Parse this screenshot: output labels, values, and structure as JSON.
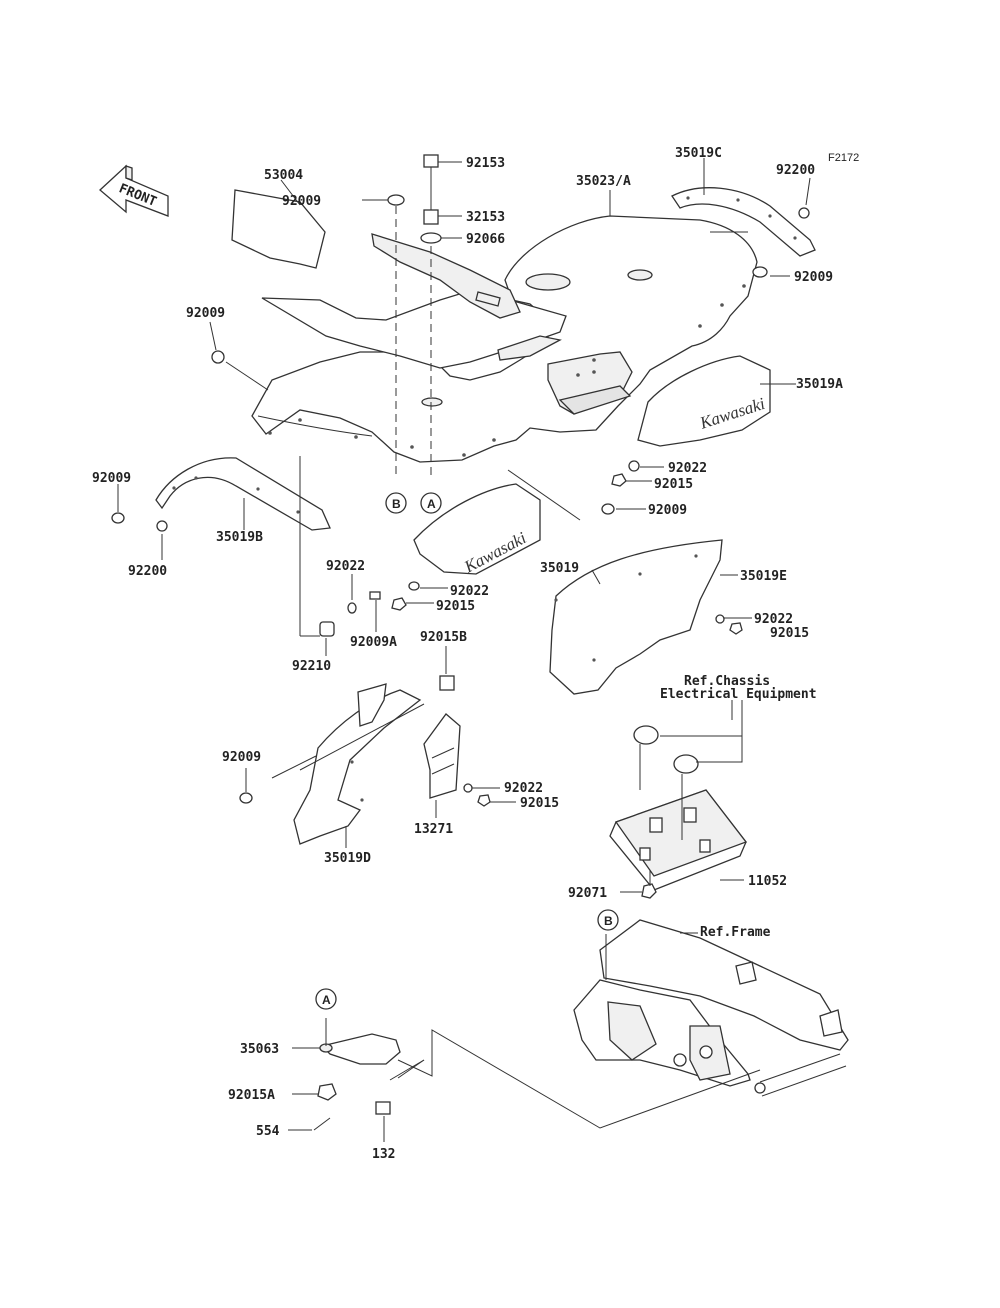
{
  "diagram_code": "F2172",
  "front_arrow": {
    "label": "FRONT"
  },
  "callouts": {
    "a": "A",
    "b": "B"
  },
  "brand_decal": "Kawasaki",
  "references": {
    "chassis_line1": "Ref.Chassis",
    "chassis_line2": "Electrical Equipment",
    "frame": "Ref.Frame"
  },
  "parts": {
    "p92153": "92153",
    "p32153": "32153",
    "p92066": "92066",
    "p35019C": "35019C",
    "p92200_top": "92200",
    "p35023A": "35023/A",
    "p53004": "53004",
    "p92009_top": "92009",
    "p92009_left": "92009",
    "p92009_right": "92009",
    "p35019A": "35019A",
    "p92022_a": "92022",
    "p92015_a": "92015",
    "p92009_mid": "92009",
    "p92009_b": "92009",
    "p92200_left": "92200",
    "p35019B": "35019B",
    "p92022_b": "92022",
    "p92015_b": "92015",
    "p92022_c": "92022",
    "p92009A": "92009A",
    "p92210": "92210",
    "p35019": "35019",
    "p35019E": "35019E",
    "p92022_d": "92022",
    "p92015_d": "92015",
    "p92015B": "92015B",
    "p92009_d": "92009",
    "p92022_e": "92022",
    "p92015_e": "92015",
    "p13271": "13271",
    "p35019D": "35019D",
    "p11052": "11052",
    "p92071": "92071",
    "p35063": "35063",
    "p92015A": "92015A",
    "p554": "554",
    "p132": "132"
  }
}
